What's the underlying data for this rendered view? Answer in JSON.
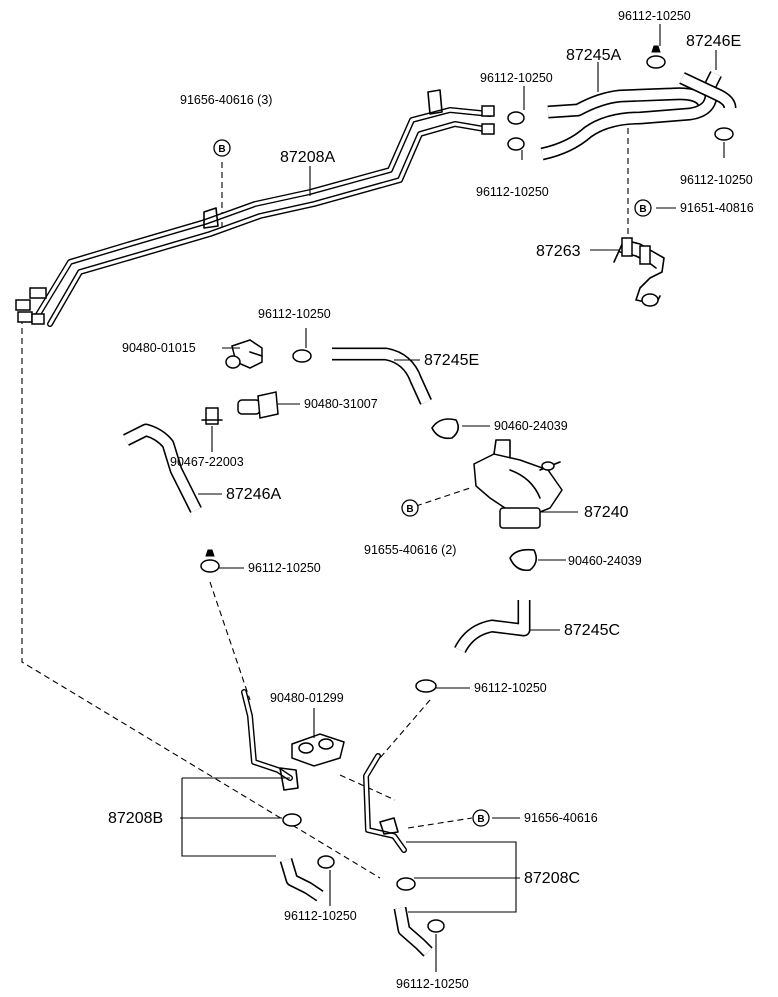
{
  "labels": {
    "l1": "96112-10250",
    "l2": "87245A",
    "l3": "87246E",
    "l4": "96112-10250",
    "l5": "91656-40616 (3)",
    "l6": "87208A",
    "l7": "96112-10250",
    "l8": "96112-10250",
    "l9": "91651-40816",
    "l10": "87263",
    "l11": "96112-10250",
    "l12": "90480-01015",
    "l13": "87245E",
    "l14": "90480-31007",
    "l15": "90460-24039",
    "l16": "90467-22003",
    "l17": "87246A",
    "l18": "87240",
    "l19": "91655-40616 (2)",
    "l20": "90460-24039",
    "l21": "96112-10250",
    "l22": "87245C",
    "l23": "96112-10250",
    "l24": "90480-01299",
    "l25": "87208B",
    "l26": "91656-40616",
    "l27": "87208C",
    "l28": "96112-10250",
    "l29": "96112-10250"
  },
  "callout_letter": "B"
}
